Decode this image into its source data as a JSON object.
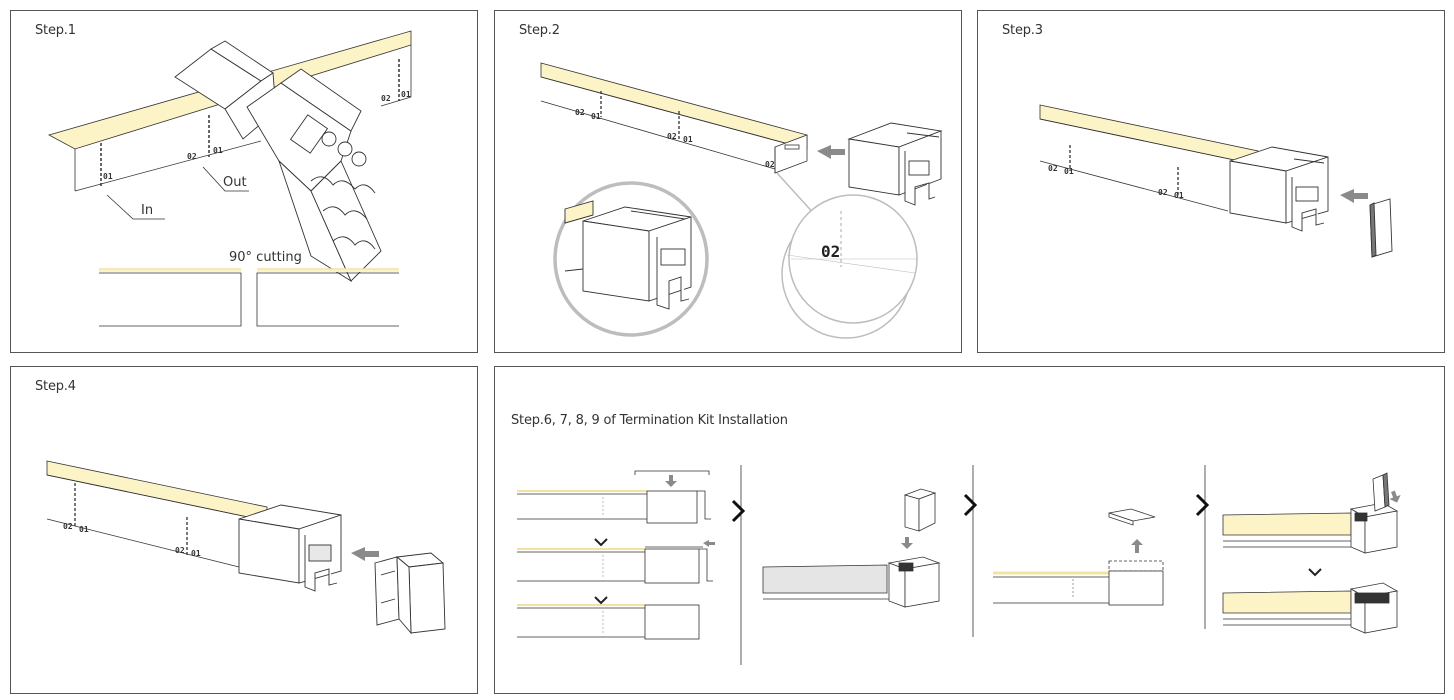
{
  "panels": {
    "step1": {
      "title": "Step.1",
      "label_in": "In",
      "label_out": "Out",
      "label_cutting": "90° cutting",
      "mark_01": "01",
      "mark_02": "02"
    },
    "step2": {
      "title": "Step.2",
      "mark_detail": "02",
      "mark_a": "02",
      "mark_b": "01"
    },
    "step3": {
      "title": "Step.3",
      "mark_a": "02",
      "mark_b": "01"
    },
    "step4": {
      "title": "Step.4",
      "mark_a": "02",
      "mark_b": "01"
    },
    "step6": {
      "title": "Step.6, 7, 8, 9  of Termination Kit Installation"
    }
  },
  "colors": {
    "strip_fill": "#fcf3c7",
    "strip_edge": "#f2e4a0",
    "arrow": "#8a8a8a",
    "line": "#333333",
    "circle": "#bdbdbd"
  }
}
